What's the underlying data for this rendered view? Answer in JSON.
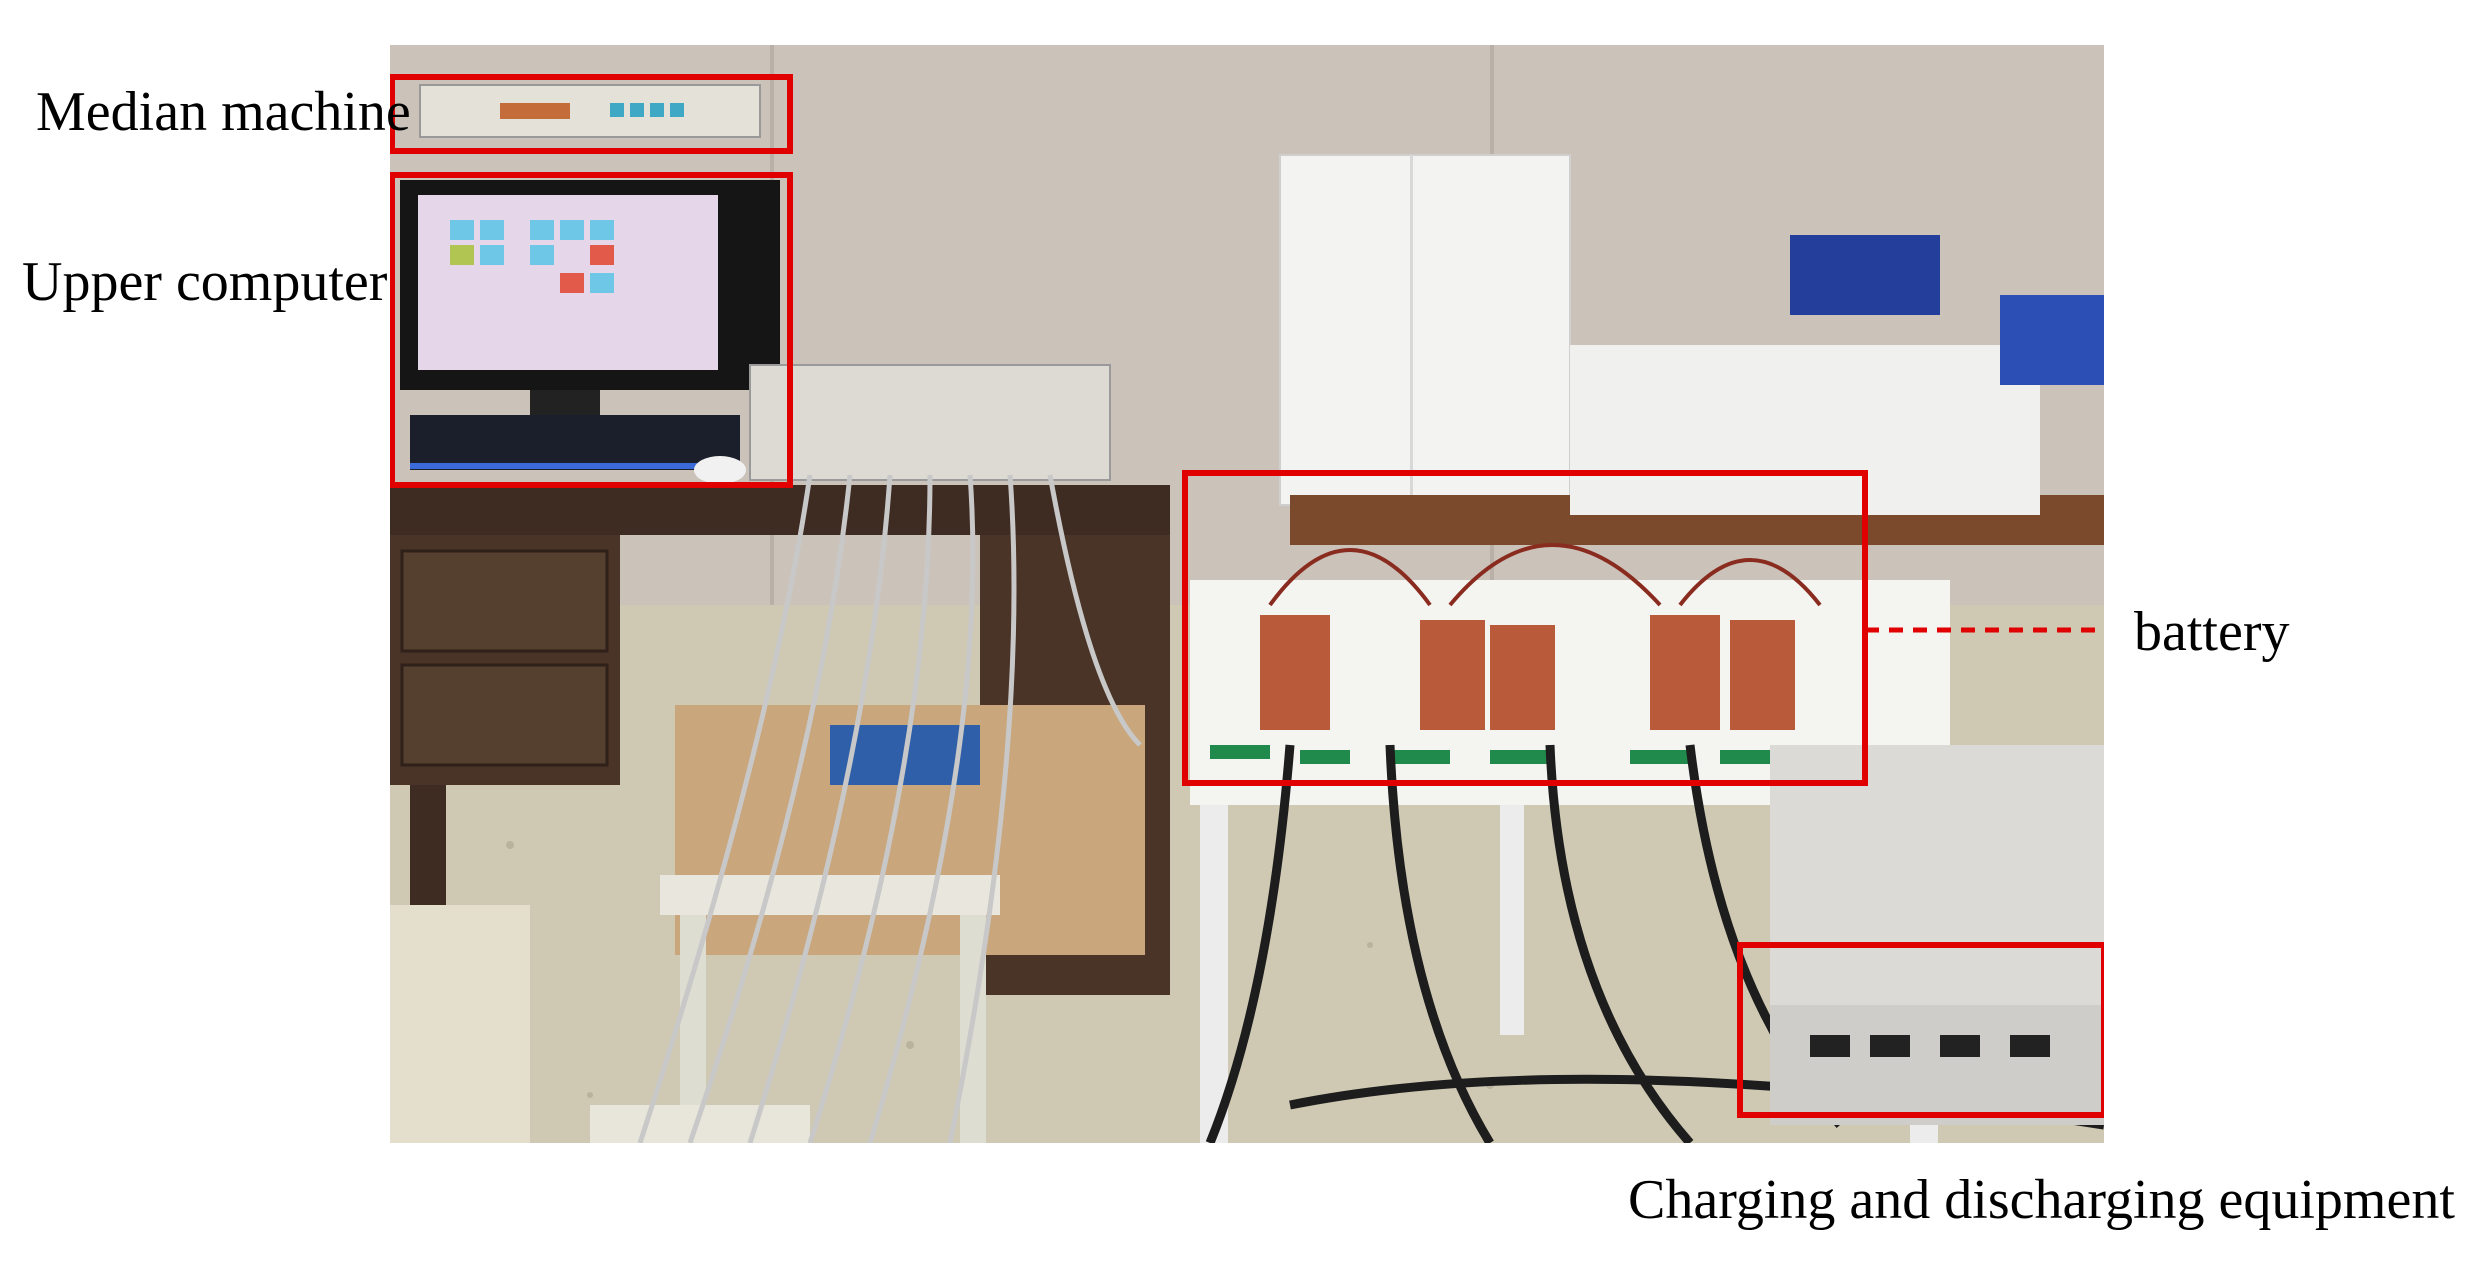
{
  "labels": {
    "median_machine": "Median machine",
    "upper_computer": "Upper computer",
    "battery": "battery",
    "charging_equipment": "Charging and discharging equipment"
  },
  "colors": {
    "highlight_box": "#e00000",
    "wall": "#cbc3ba",
    "floor": "#cfc9b3",
    "desk": "#4a3427",
    "battery_cell": "#b95a3a",
    "tape": "#1f8a4c",
    "screen": "#e6d6ea",
    "table_top": "#f4f4f1"
  }
}
